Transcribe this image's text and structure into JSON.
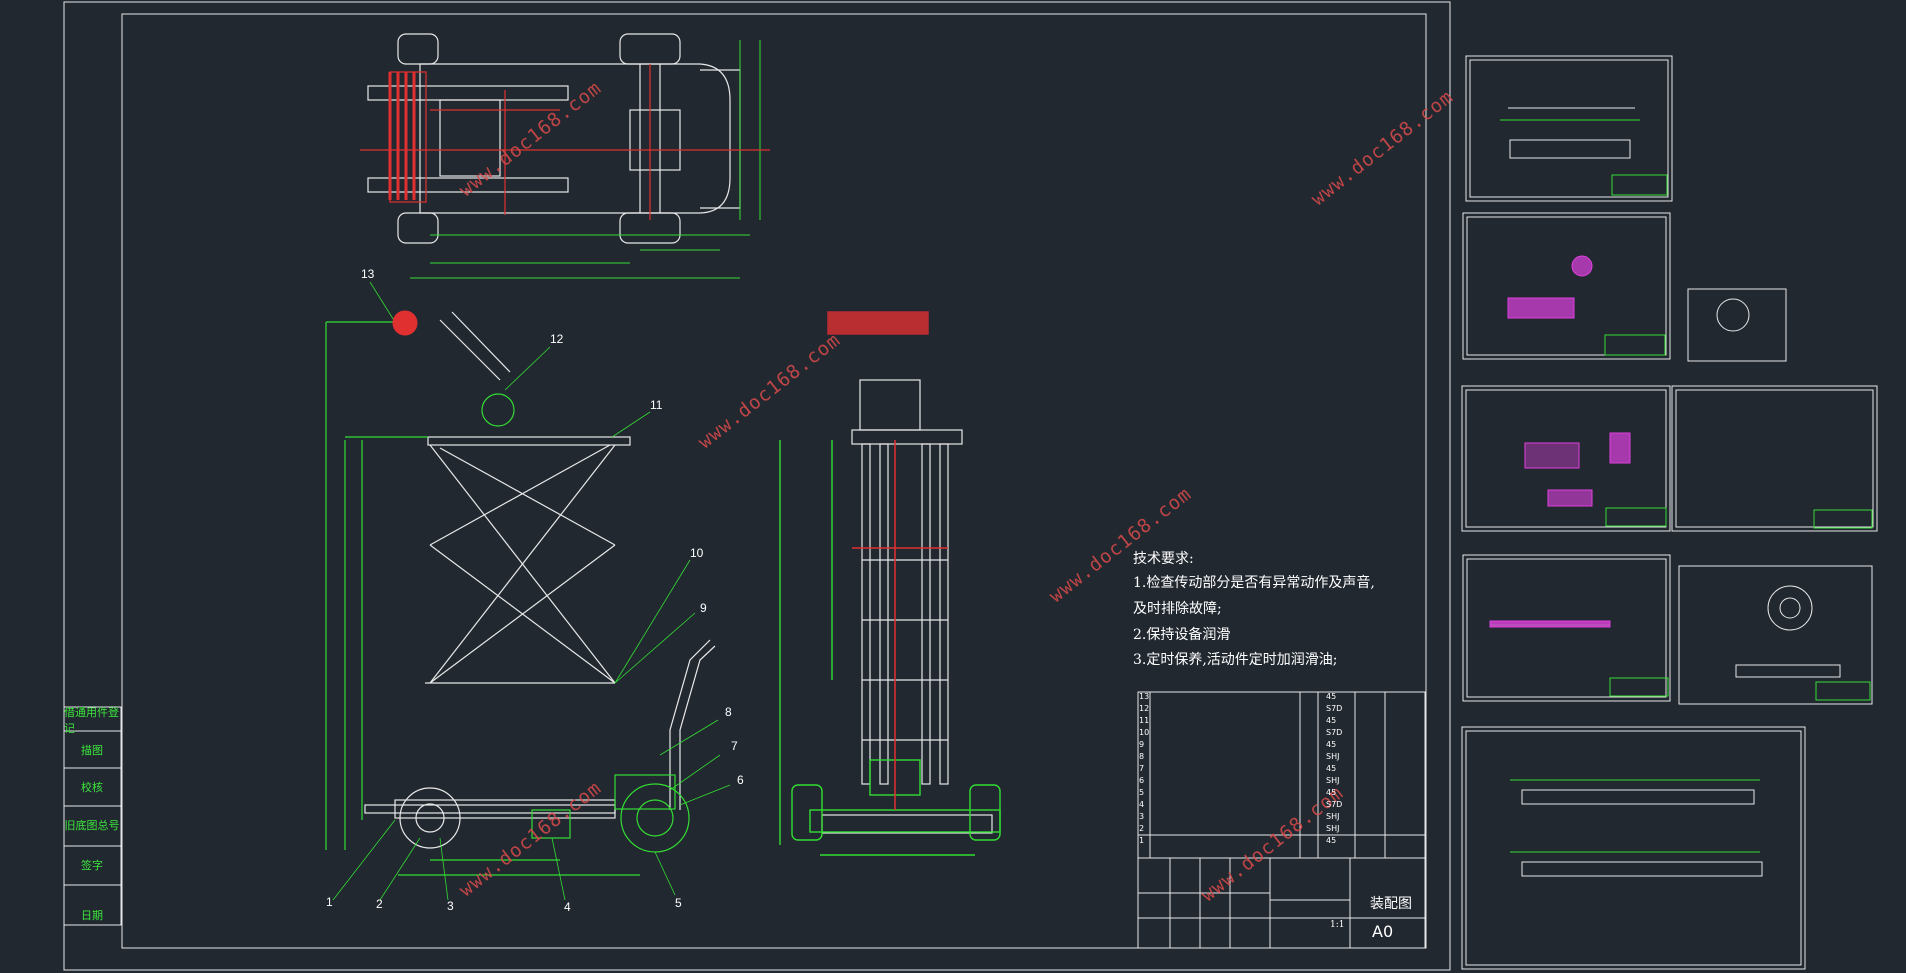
{
  "colors": {
    "background": "#212830",
    "line": "#e8e8e8",
    "green": "#33dd33",
    "red": "#e03030",
    "magenta": "#e040e0"
  },
  "watermark": "www.doc168.com",
  "tech_notes": {
    "title": "技术要求:",
    "line1": "1.检查传动部分是否有异常动作及声音,",
    "line2": "及时排除故障;",
    "line3": "2.保持设备润滑",
    "line4": "3.定时保养,活动件定时加润滑油;"
  },
  "side_labels": [
    "借通用件登记",
    "描图",
    "校核",
    "旧底图总号",
    "签字",
    "日期"
  ],
  "part_numbers": [
    "1",
    "2",
    "3",
    "4",
    "5",
    "6",
    "7",
    "8",
    "9",
    "10",
    "11",
    "12",
    "13"
  ],
  "parts_table": [
    {
      "no": "13",
      "spec": "45"
    },
    {
      "no": "12",
      "spec": "S7D"
    },
    {
      "no": "11",
      "spec": "45"
    },
    {
      "no": "10",
      "spec": "S7D"
    },
    {
      "no": "9",
      "spec": "45"
    },
    {
      "no": "8",
      "spec": "SHJ"
    },
    {
      "no": "7",
      "spec": "45"
    },
    {
      "no": "6",
      "spec": "SHJ"
    },
    {
      "no": "5",
      "spec": "45"
    },
    {
      "no": "4",
      "spec": "S7D"
    },
    {
      "no": "3",
      "spec": "SHJ"
    },
    {
      "no": "2",
      "spec": "SHJ"
    },
    {
      "no": "1",
      "spec": "45"
    }
  ],
  "title_block": {
    "drawing_name": "装配图",
    "sheet_size": "A0",
    "ratio": "1:1"
  }
}
